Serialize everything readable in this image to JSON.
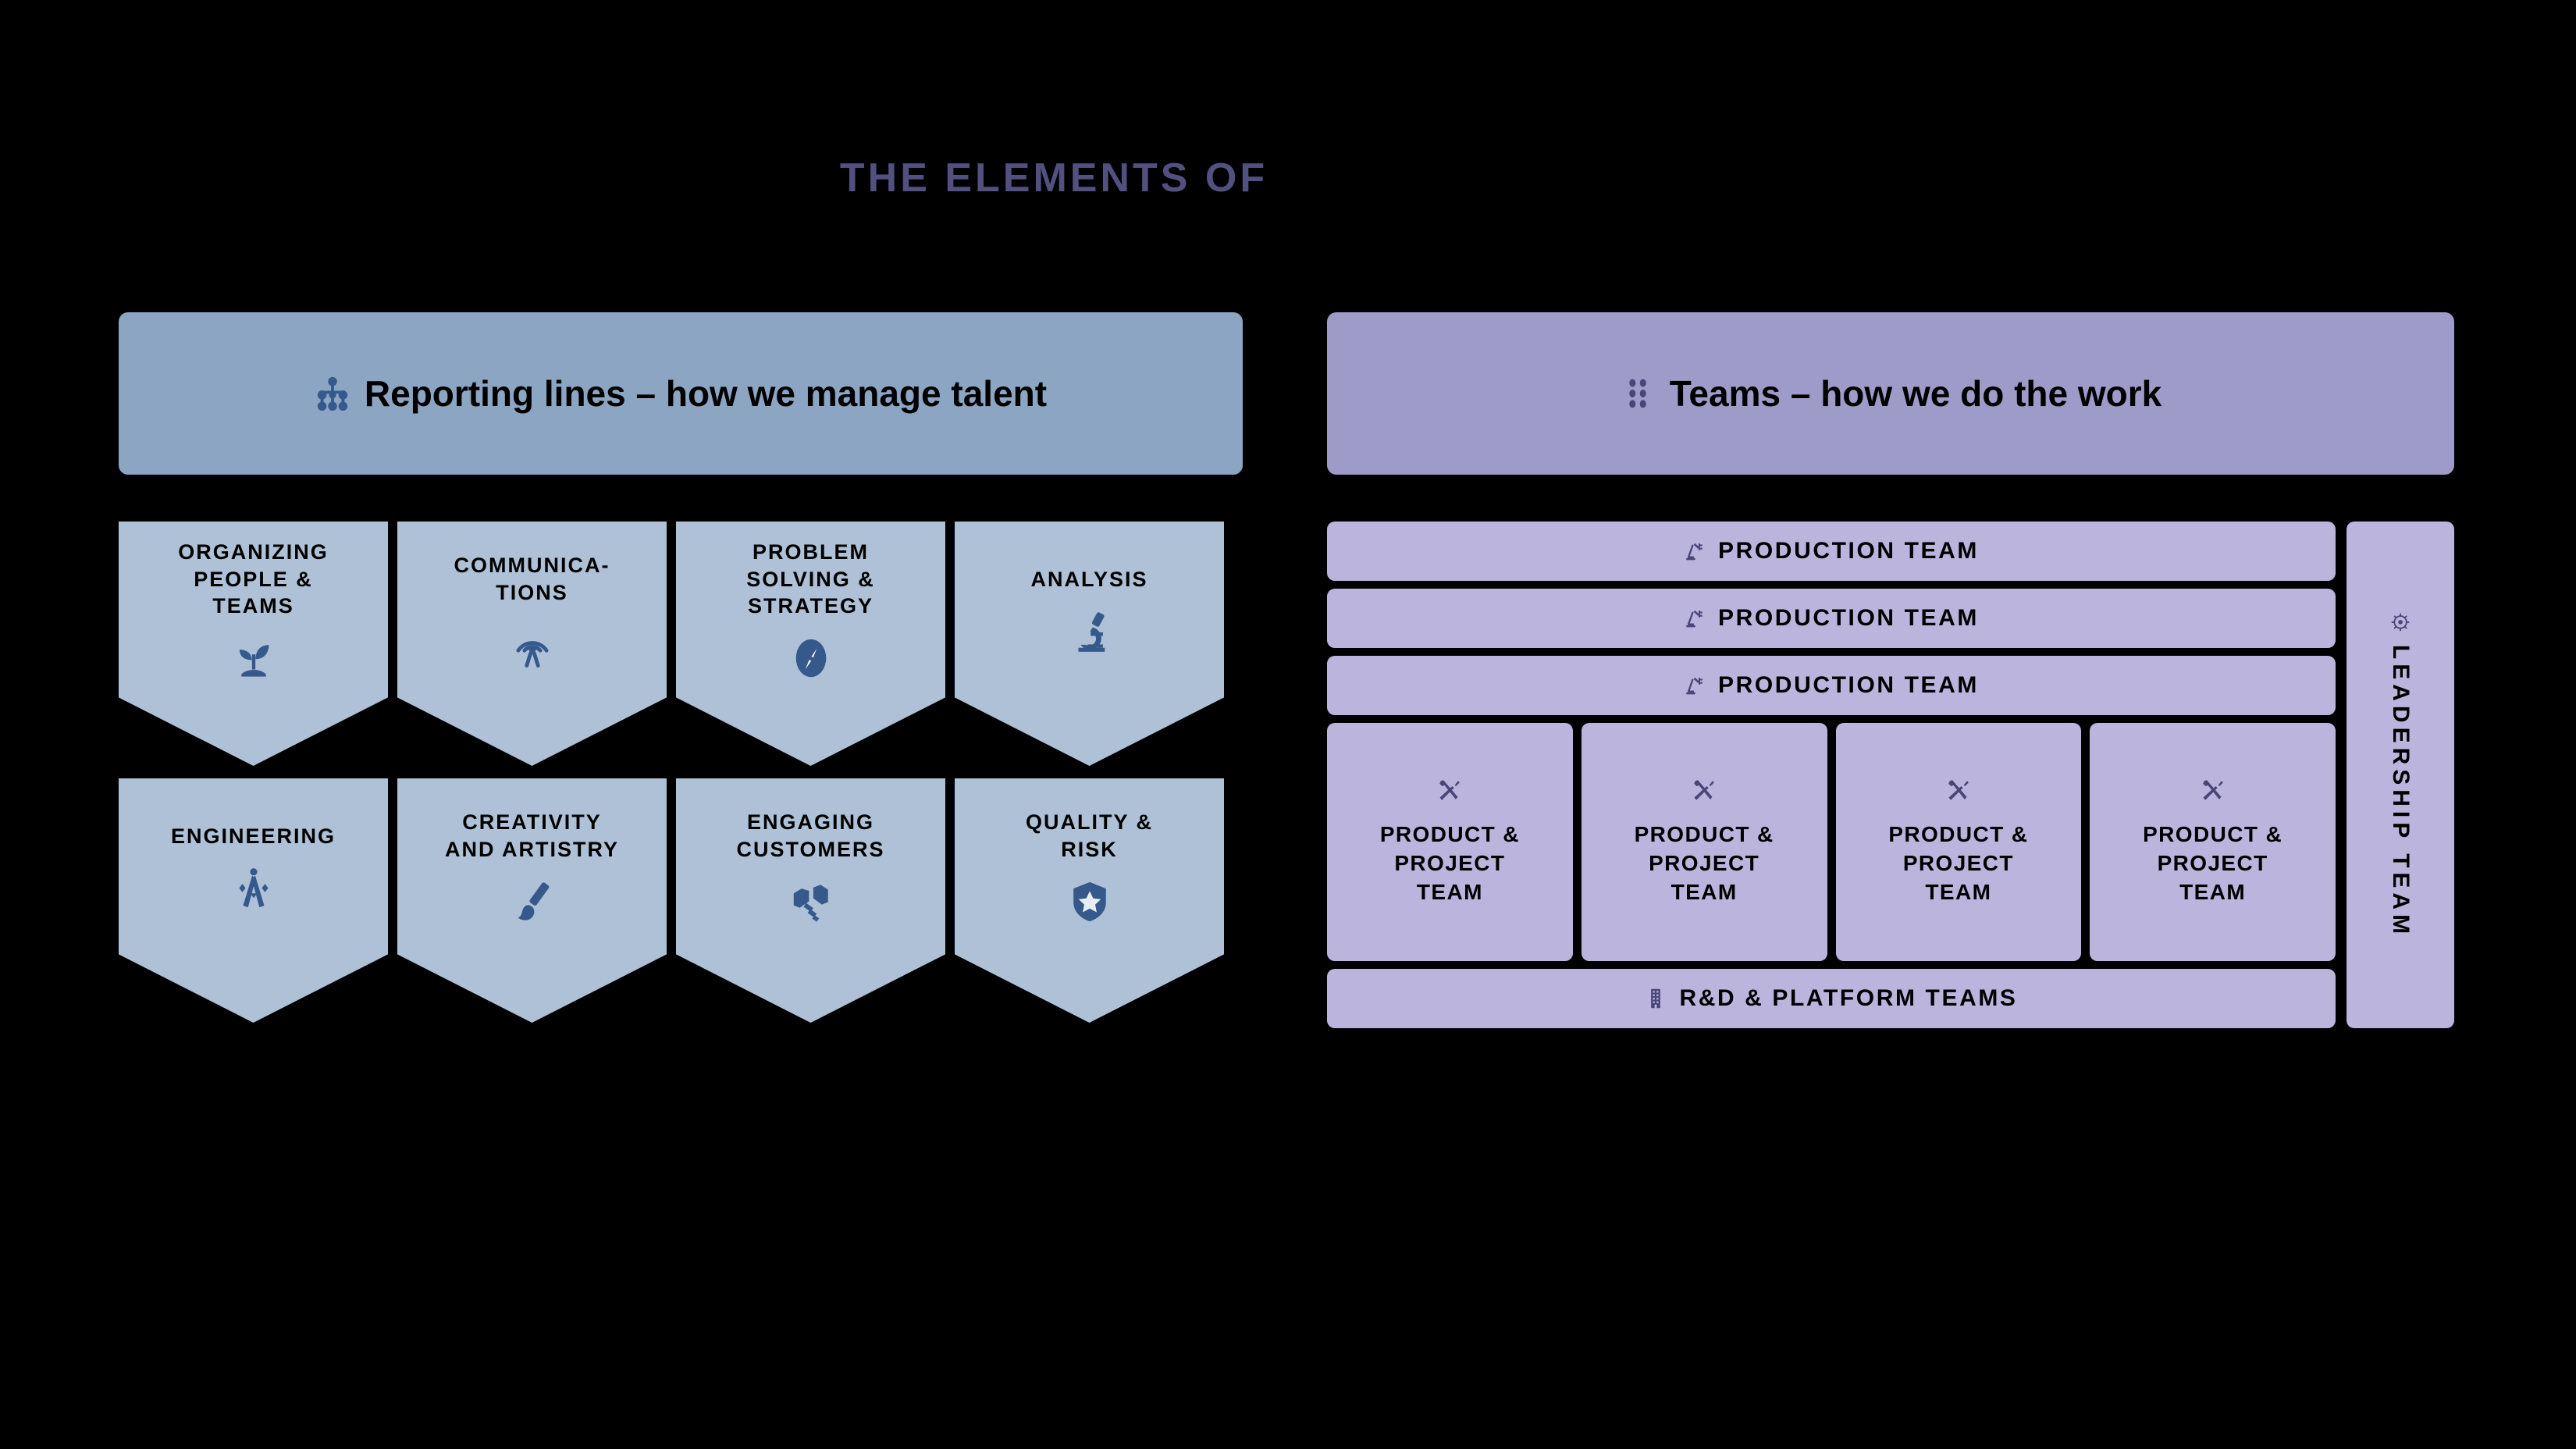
{
  "title": "THE ELEMENTS OF",
  "title_color": "#51507f",
  "background_color": "#000000",
  "panels": {
    "reporting": {
      "header_label": "Reporting lines – how we manage talent",
      "header_icon": "hierarchy-tree-icon",
      "header_color": "#8ba5c2",
      "card_color": "#aec1d6",
      "icon_color": "#36598c",
      "cards": [
        {
          "label": "ORGANIZING\nPEOPLE &\nTEAMS",
          "icon": "seedling-icon"
        },
        {
          "label": "COMMUNICA-\nTIONS",
          "icon": "broadcast-tower-icon"
        },
        {
          "label": "PROBLEM\nSOLVING &\nSTRATEGY",
          "icon": "compass-icon"
        },
        {
          "label": "ANALYSIS",
          "icon": "microscope-icon"
        },
        {
          "label": "ENGINEERING",
          "icon": "drafting-compass-icon"
        },
        {
          "label": "CREATIVITY\nAND ARTISTRY",
          "icon": "paintbrush-icon"
        },
        {
          "label": "ENGAGING\nCUSTOMERS",
          "icon": "handshake-icon"
        },
        {
          "label": "QUALITY &\nRISK",
          "icon": "shield-star-icon"
        }
      ]
    },
    "teams": {
      "header_label": "Teams – how we do the work",
      "header_icon": "dot-grid-icon",
      "header_color": "#9f9bc8",
      "card_color": "#bbb5de",
      "icon_color": "#4a4578",
      "production_rows": [
        {
          "label": "PRODUCTION TEAM",
          "icon": "robotic-arm-icon"
        },
        {
          "label": "PRODUCTION TEAM",
          "icon": "robotic-arm-icon"
        },
        {
          "label": "PRODUCTION TEAM",
          "icon": "robotic-arm-icon"
        }
      ],
      "project_cards": [
        {
          "label": "PRODUCT &\nPROJECT\nTEAM",
          "icon": "tools-icon"
        },
        {
          "label": "PRODUCT &\nPROJECT\nTEAM",
          "icon": "tools-icon"
        },
        {
          "label": "PRODUCT &\nPROJECT\nTEAM",
          "icon": "tools-icon"
        },
        {
          "label": "PRODUCT &\nPROJECT\nTEAM",
          "icon": "tools-icon"
        }
      ],
      "platform_row": {
        "label": "R&D & PLATFORM TEAMS",
        "icon": "building-icon"
      },
      "leadership": {
        "label": "LEADERSHIP TEAM",
        "icon": "ship-wheel-icon"
      }
    }
  }
}
